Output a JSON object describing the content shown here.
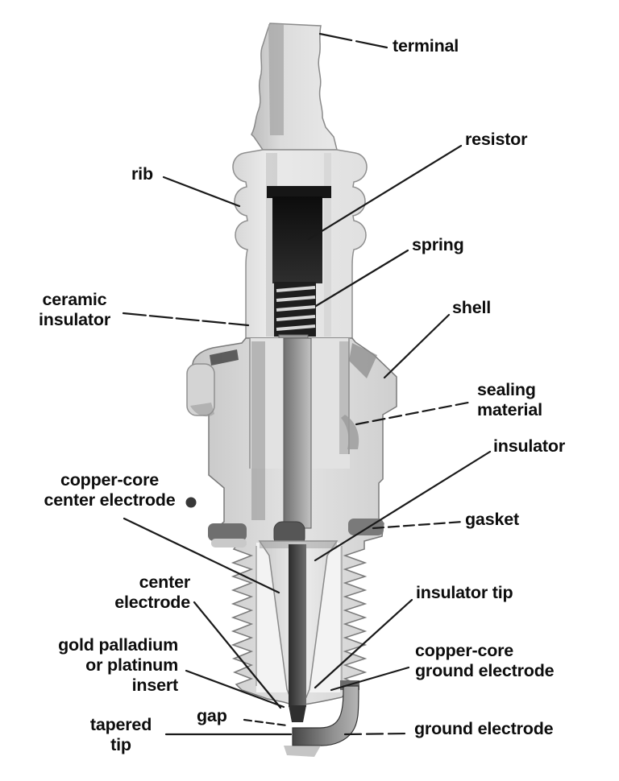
{
  "figure": {
    "type": "labeled-cross-section-diagram",
    "subject": "spark plug",
    "background": "#ffffff"
  },
  "colors": {
    "label_text": "#0d0d0d",
    "leader_line": "#1a1a1a",
    "insulator_body": "#e6e6e6",
    "shell_metal": "#d8d8d8",
    "resistor_dark": "#141414",
    "electrode_dark": "#3a3a3a"
  },
  "labels": {
    "terminal": {
      "text": "terminal"
    },
    "resistor": {
      "text": "resistor"
    },
    "rib": {
      "text": "rib"
    },
    "spring": {
      "text": "spring"
    },
    "ceramic_insulator": {
      "text": "ceramic\ninsulator"
    },
    "shell": {
      "text": "shell"
    },
    "sealing_material": {
      "text": "sealing\nmaterial"
    },
    "insulator": {
      "text": "insulator"
    },
    "copper_core_center_electrode": {
      "text": "copper-core\ncenter electrode"
    },
    "gasket": {
      "text": "gasket"
    },
    "center_electrode": {
      "text": "center\nelectrode"
    },
    "insulator_tip": {
      "text": "insulator tip"
    },
    "gold_palladium_insert": {
      "text": "gold palladium\nor platinum\ninsert"
    },
    "copper_core_ground_electrode": {
      "text": "copper-core\nground electrode"
    },
    "gap": {
      "text": "gap"
    },
    "tapered_tip": {
      "text": "tapered\ntip"
    },
    "ground_electrode": {
      "text": "ground electrode"
    }
  }
}
